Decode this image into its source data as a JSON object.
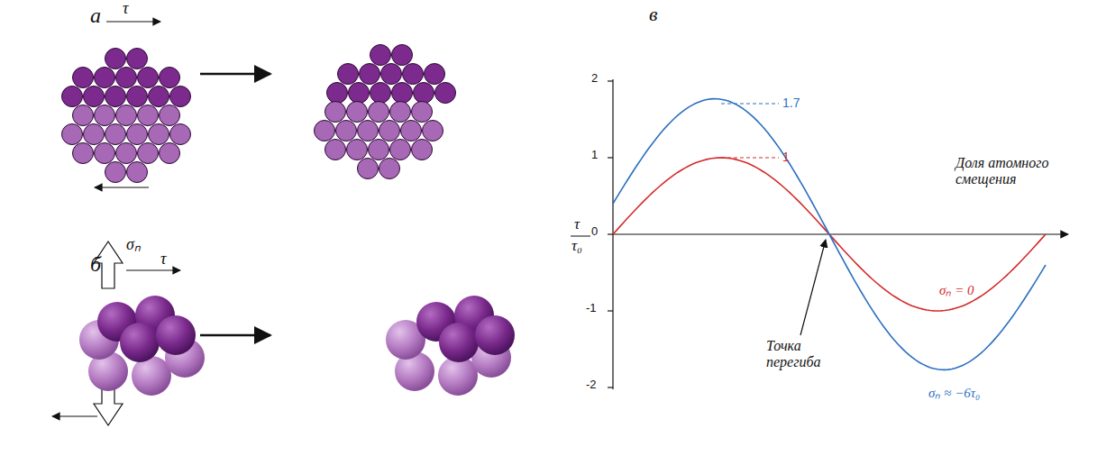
{
  "diagram": {
    "labels": [
      "а",
      "τ",
      "б",
      "σₙ",
      "τ",
      "в",
      "2",
      "1",
      "0",
      "-1",
      "-2",
      "τ",
      "τ₀",
      "1.7",
      "1",
      "Доля атомного смещения",
      "Точка перегиба",
      "σₙ = 0",
      "σₙ ≈ −6τ₀"
    ]
  }
}
